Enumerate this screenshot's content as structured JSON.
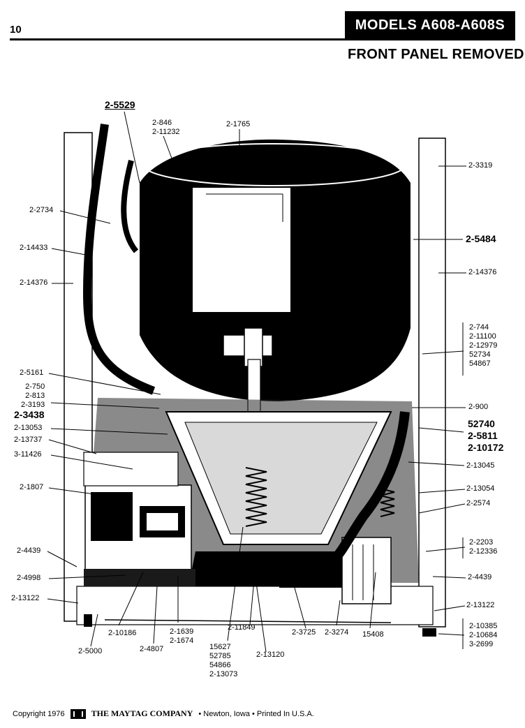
{
  "header": {
    "page_number": "10",
    "models": "MODELS  A608-A608S",
    "subtitle": "FRONT PANEL REMOVED"
  },
  "parts": {
    "p2_5529": "2-5529",
    "p2_846": "2-846",
    "p2_11232": "2-11232",
    "p2_1765": "2-1765",
    "p2_3319": "2-3319",
    "p2_2734": "2-2734",
    "p2_5484": "2-5484",
    "p2_14433": "2-14433",
    "p2_14376_left": "2-14376",
    "p2_14376_right": "2-14376",
    "group_744": [
      "2-744",
      "2-11100",
      "2-12979",
      "52734",
      "54867"
    ],
    "p2_5161": "2-5161",
    "group_750": [
      "2-750",
      "2-813",
      "2-3193"
    ],
    "p2_3438": "2-3438",
    "p2_900": "2-900",
    "p2_13053": "2-13053",
    "p2_13737": "2-13737",
    "group_52740": [
      "52740",
      "2-5811",
      "2-10172"
    ],
    "p3_11426": "3-11426",
    "p2_13045": "2-13045",
    "p2_1807": "2-1807",
    "p2_13054": "2-13054",
    "p2_2574": "2-2574",
    "p2_4439_left": "2-4439",
    "group_2203": [
      "2-2203",
      "2-12336"
    ],
    "p2_4998": "2-4998",
    "p2_4439_right": "2-4439",
    "p2_13122_left": "2-13122",
    "p2_13122_right": "2-13122",
    "p2_10186": "2-10186",
    "group_1639": [
      "2-1639",
      "2-1674"
    ],
    "p2_11849": "2-11849",
    "p2_3725": "2-3725",
    "p2_3274": "2-3274",
    "p15408": "15408",
    "group_10385": [
      "2-10385",
      "2-10684",
      "3-2699"
    ],
    "p2_5000": "2-5000",
    "p2_4807": "2-4807",
    "group_15627": [
      "15627",
      "52785",
      "54866",
      "2-13073"
    ],
    "p2_13120": "2-13120"
  },
  "footer": {
    "copyright": "Copyright 1976",
    "company": "THE MAYTAG COMPANY",
    "location": "• Newton, Iowa • Printed In U.S.A."
  }
}
